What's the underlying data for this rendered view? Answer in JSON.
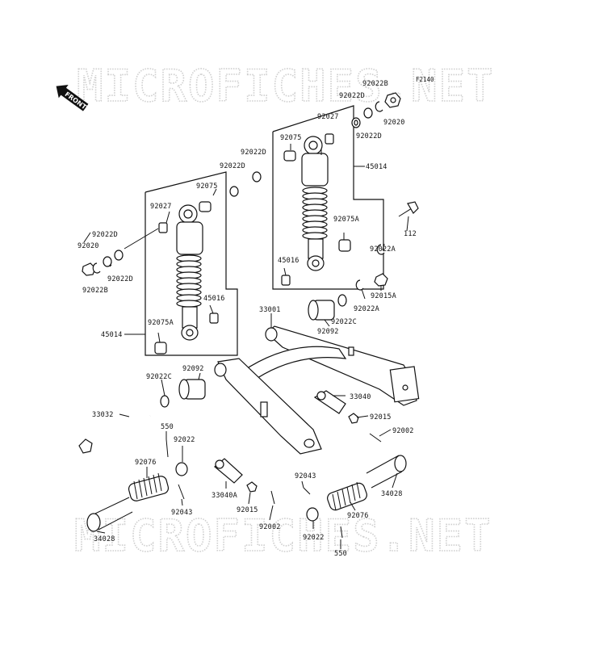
{
  "figure_code": "F2140",
  "orientation_tag": "FRONT",
  "watermark_top": "MICROFICHES.NET",
  "watermark_bottom": "MICROFICHES.NET",
  "callouts": {
    "c_92022B_top": "92022B",
    "c_92022D_top": "92022D",
    "c_92022D_top2": "92022D",
    "c_92020_top": "92020",
    "c_92027_right": "92027",
    "c_92075_right": "92075",
    "c_45014_right": "45014",
    "c_92022D_mid": "92022D",
    "c_92022D_mid2": "92022D",
    "c_92075A_right": "92075A",
    "c_45016_right": "45016",
    "c_112": "112",
    "c_92022A_a": "92022A",
    "c_92015A": "92015A",
    "c_92022A_b": "92022A",
    "c_92075_left": "92075",
    "c_92027_left": "92027",
    "c_92022D_left": "92022D",
    "c_92020_left": "92020",
    "c_92022D_left2": "92022D",
    "c_92022B_left": "92022B",
    "c_45016_left": "45016",
    "c_45014_left": "45014",
    "c_92075A_left": "92075A",
    "c_33001": "33001",
    "c_92022C_right": "92022C",
    "c_92092_right": "92092",
    "c_92092_left": "92092",
    "c_92022C_left": "92022C",
    "c_33040": "33040",
    "c_92015_right": "92015",
    "c_92002_right": "92002",
    "c_33032": "33032",
    "c_550_left": "550",
    "c_92022_left": "92022",
    "c_92076_left": "92076",
    "c_92043_left": "92043",
    "c_33040A": "33040A",
    "c_92015_mid": "92015",
    "c_92002_mid": "92002",
    "c_92043_right": "92043",
    "c_34028_right": "34028",
    "c_92076_right": "92076",
    "c_92022_right": "92022",
    "c_550_right": "550",
    "c_34028_left": "34028"
  }
}
